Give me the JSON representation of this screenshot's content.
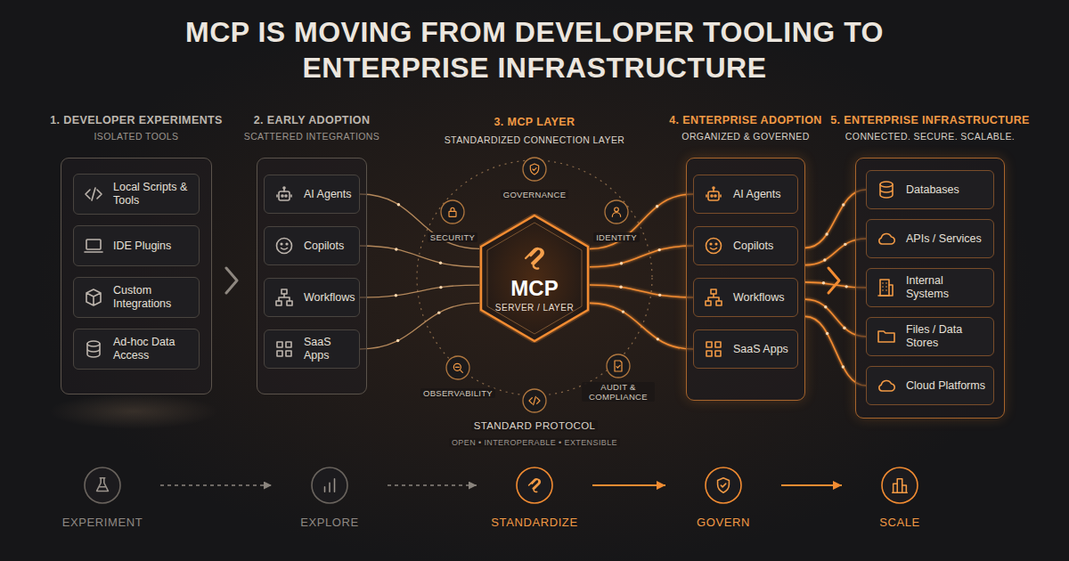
{
  "diagram": {
    "title": "MCP IS MOVING FROM DEVELOPER TOOLING TO ENTERPRISE INFRASTRUCTURE",
    "nodes": [
      {
        "text": [
          "1. DEVELOPER EXPERIMENTS",
          "ISOLATED TOOLS"
        ]
      },
      {
        "text": [
          "Local Scripts & Tools"
        ],
        "in": 0
      },
      {
        "text": [
          "IDE Plugins"
        ],
        "in": 0
      },
      {
        "text": [
          "Custom Integrations"
        ],
        "in": 0
      },
      {
        "text": [
          "Ad-hoc Data Access"
        ],
        "in": 0
      },
      {
        "text": [
          "2. EARLY ADOPTION",
          "SCATTERED INTEGRATIONS"
        ]
      },
      {
        "text": [
          "AI Agents"
        ],
        "in": 5
      },
      {
        "text": [
          "Copilots"
        ],
        "in": 5
      },
      {
        "text": [
          "Workflows"
        ],
        "in": 5
      },
      {
        "text": [
          "SaaS Apps"
        ],
        "in": 5
      },
      {
        "text": [
          "MCP",
          "SERVER / LAYER"
        ]
      },
      {
        "text": [
          "4. ENTERPRISE ADOPTION",
          "ORGANIZED & GOVERNED"
        ]
      },
      {
        "text": [
          "AI Agents"
        ],
        "in": 11
      },
      {
        "text": [
          "Copilots"
        ],
        "in": 11
      },
      {
        "text": [
          "Workflows"
        ],
        "in": 11
      },
      {
        "text": [
          "SaaS Apps"
        ],
        "in": 11
      },
      {
        "text": [
          "5. ENTERPRISE INFRASTRUCTURE",
          "CONNECTED. SECURE. SCALABLE."
        ]
      },
      {
        "text": [
          "Databases"
        ],
        "in": 16
      },
      {
        "text": [
          "APIs / Services"
        ],
        "in": 16
      },
      {
        "text": [
          "Internal Systems"
        ],
        "in": 16
      },
      {
        "text": [
          "Files / Data Stores"
        ],
        "in": 16
      },
      {
        "text": [
          "Cloud Platforms"
        ],
        "in": 16
      },
      {
        "text": [
          "EXPERIMENT"
        ]
      },
      {
        "text": [
          "EXPLORE"
        ]
      },
      {
        "text": [
          "STANDARDIZE"
        ]
      },
      {
        "text": [
          "GOVERN"
        ]
      },
      {
        "text": [
          "SCALE"
        ]
      }
    ],
    "edges": [
      {
        "from": 6,
        "to": 10,
        "arrow": "none"
      },
      {
        "from": 7,
        "to": 10,
        "arrow": "none"
      },
      {
        "from": 8,
        "to": 10,
        "arrow": "none"
      },
      {
        "from": 9,
        "to": 10,
        "arrow": "none"
      },
      {
        "from": 10,
        "to": 12,
        "arrow": "none"
      },
      {
        "from": 10,
        "to": 13,
        "arrow": "none"
      },
      {
        "from": 10,
        "to": 14,
        "arrow": "none"
      },
      {
        "from": 10,
        "to": 15,
        "arrow": "none"
      },
      {
        "from": 11,
        "to": 17,
        "arrow": "none"
      },
      {
        "from": 11,
        "to": 18,
        "arrow": "none"
      },
      {
        "from": 11,
        "to": 19,
        "arrow": "none"
      },
      {
        "from": 11,
        "to": 20,
        "arrow": "none"
      },
      {
        "from": 11,
        "to": 21,
        "arrow": "none"
      },
      {
        "from": 22,
        "to": 23,
        "arrow": "to"
      },
      {
        "from": 23,
        "to": 24,
        "arrow": "to"
      },
      {
        "from": 24,
        "to": 25,
        "arrow": "to"
      },
      {
        "from": 25,
        "to": 26,
        "arrow": "to"
      }
    ],
    "labels": [
      "3. MCP LAYER",
      "STANDARDIZED CONNECTION LAYER",
      "GOVERNANCE",
      "SECURITY",
      "IDENTITY",
      "OBSERVABILITY",
      "AUDIT & COMPLIANCE",
      "STANDARD PROTOCOL",
      "OPEN • INTEROPERABLE • EXTENSIBLE"
    ]
  }
}
